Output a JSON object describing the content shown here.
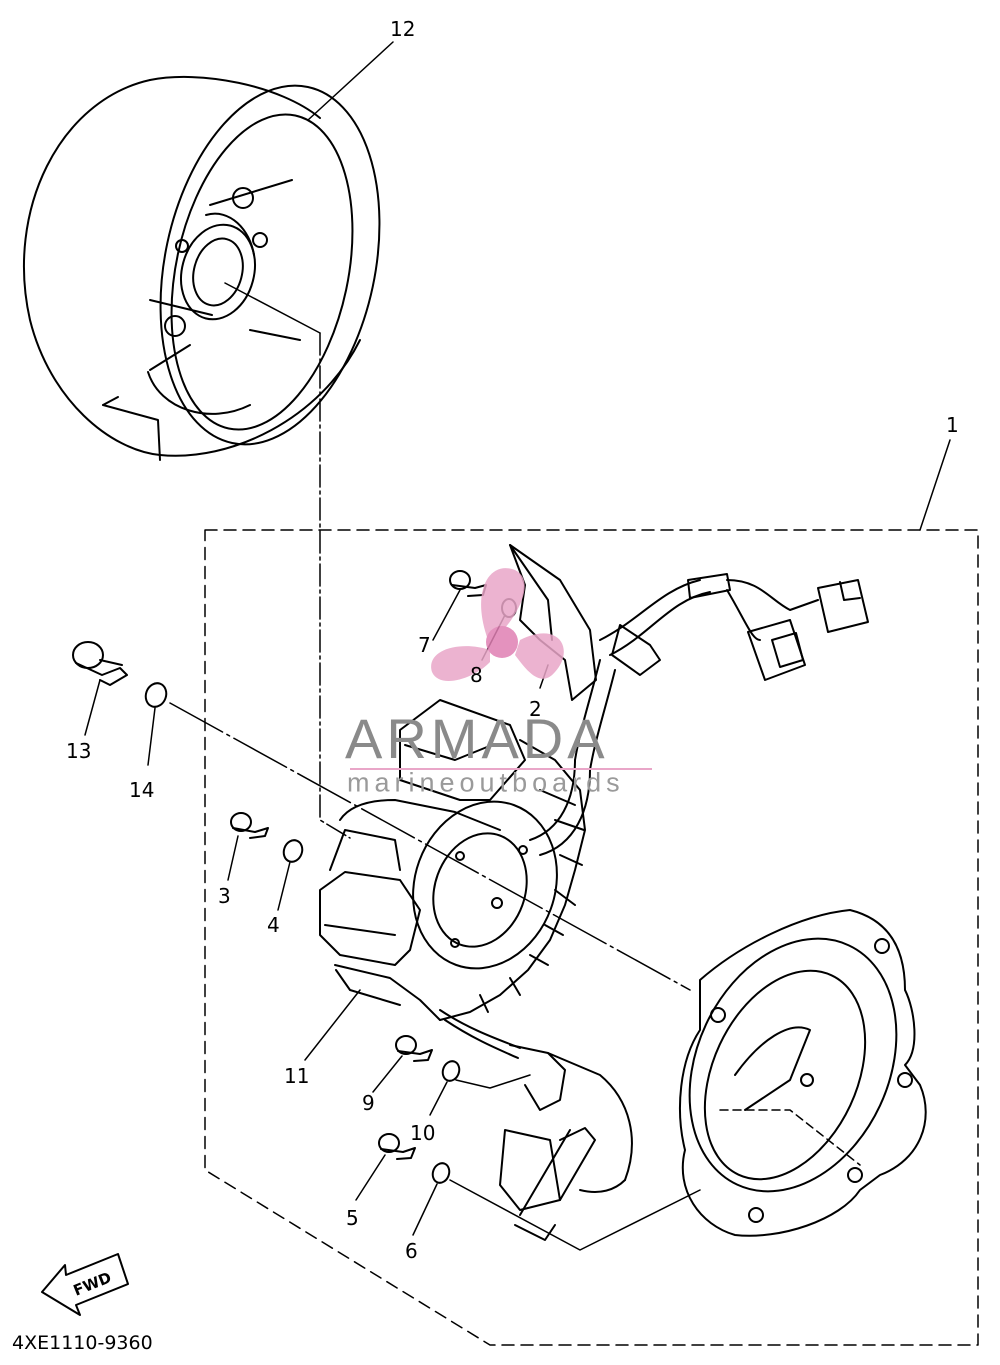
{
  "diagram": {
    "part_code": "4XE1110-9360",
    "callouts": {
      "c1": "1",
      "c2": "2",
      "c3": "3",
      "c4": "4",
      "c5": "5",
      "c6": "6",
      "c7": "7",
      "c8": "8",
      "c9": "9",
      "c10": "10",
      "c11": "11",
      "c12": "12",
      "c13": "13",
      "c14": "14"
    },
    "direction_label": "FWD"
  },
  "watermark": {
    "brand": "ARMADA",
    "tagline": "marineoutboards",
    "colors": {
      "logo": "#e9a6c8",
      "logo_center": "#e07fb3",
      "text": "#8a8a8a"
    },
    "icon": "propeller-icon"
  }
}
